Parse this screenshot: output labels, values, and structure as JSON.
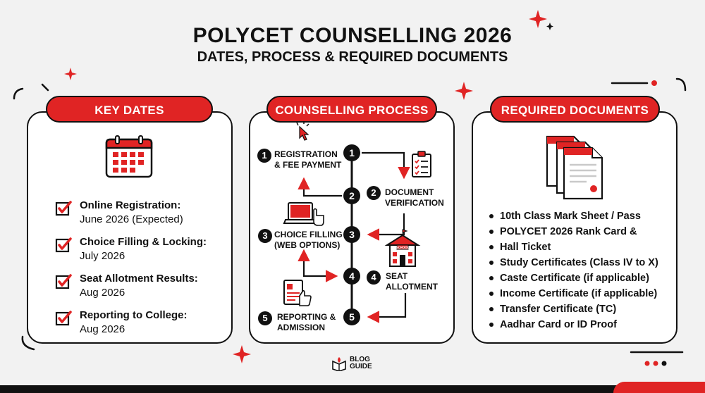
{
  "header": {
    "title": "POLYCET COUNSELLING 2026",
    "subtitle": "DATES, PROCESS & REQUIRED DOCUMENTS"
  },
  "key_dates": {
    "heading": "KEY DATES",
    "items": [
      {
        "label": "Online Registration:",
        "value": "June 2026 (Expected)"
      },
      {
        "label": "Choice Filling & Locking:",
        "value": "July 2026"
      },
      {
        "label": "Seat Allotment Results:",
        "value": "Aug 2026"
      },
      {
        "label": "Reporting to College:",
        "value": "Aug 2026"
      }
    ]
  },
  "process": {
    "heading": "COUNSELLING PROCESS",
    "steps": [
      {
        "num": "1",
        "line1": "REGISTRATION",
        "line2": "& FEE PAYMENT"
      },
      {
        "num": "2",
        "line1": "DOCUMENT",
        "line2": "VERIFICATION"
      },
      {
        "num": "3",
        "line1": "CHOICE FILLING",
        "line2": "(WEB OPTIONS)"
      },
      {
        "num": "4",
        "line1": "SEAT",
        "line2": "ALLOTMENT"
      },
      {
        "num": "5",
        "line1": "REPORTING &",
        "line2": "ADMISSION"
      }
    ],
    "school_sign": "SCHOOL"
  },
  "documents": {
    "heading": "REQUIRED DOCUMENTS",
    "items": [
      "10th Class Mark Sheet / Pass",
      "POLYCET 2026 Rank Card &",
      "Hall Ticket",
      "Study Certificates (Class IV to X)",
      "Caste Certificate (if applicable)",
      "Income Certificate (if applicable)",
      "Transfer Certificate (TC)",
      "Aadhar Card or ID Proof"
    ]
  },
  "brand": {
    "line1": "BLOG",
    "line2": "GUIDE"
  },
  "colors": {
    "accent": "#e02424",
    "ink": "#111111",
    "background": "#f2f2f2"
  }
}
